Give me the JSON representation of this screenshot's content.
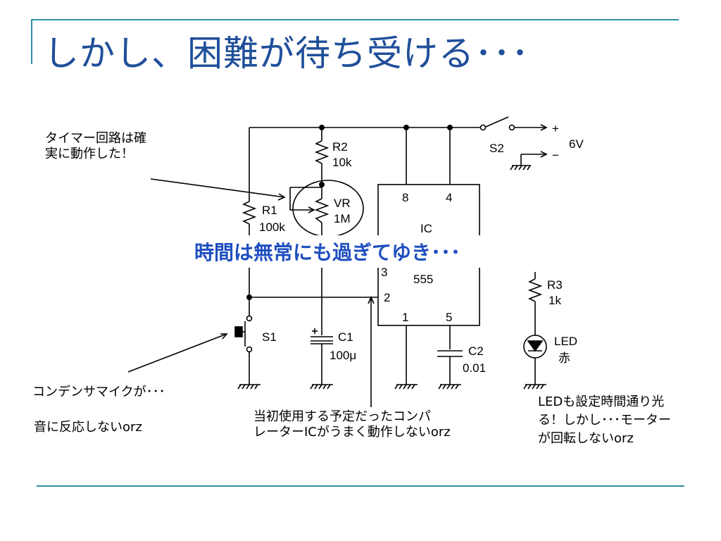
{
  "slide": {
    "title": "しかし、困難が待ち受ける･･･",
    "overlay_text": "時間は無常にも過ぎてゆき･･･"
  },
  "notes": {
    "timer_line1": "タイマー回路は確",
    "timer_line2": "実に動作した！",
    "mic_line1": "コンデンサマイクが･･･",
    "mic_line2": "音に反応しないorz",
    "comparator_line1": "当初使用する予定だったコンパ",
    "comparator_line2": "レーターICがうまく動作しないorz",
    "led_line1": "LEDも設定時間通り光",
    "led_line2": "る！しかし･･･モーター",
    "led_line3": "が回転しないorz"
  },
  "schematic": {
    "r2_name": "R2",
    "r2_value": "10k",
    "r1_name": "R1",
    "r1_value": "100k",
    "vr_name": "VR",
    "vr_value": "1M",
    "ic_label": "IC",
    "ic_part": "555",
    "pin8": "8",
    "pin4": "4",
    "pin3": "3",
    "pin2": "2",
    "pin1": "1",
    "pin5": "5",
    "s1_name": "S1",
    "s2_name": "S2",
    "supply_plus": "+",
    "supply_minus": "−",
    "supply_voltage": "6V",
    "c1_name": "C1",
    "c1_value": "100μ",
    "c2_name": "C2",
    "c2_value": "0.01",
    "r3_name": "R3",
    "r3_value": "1k",
    "led_name": "LED",
    "led_color": "赤"
  },
  "colors": {
    "title": "#1f4f9a",
    "overlay": "#1f4fc0",
    "rule": "#2e8fa6"
  }
}
